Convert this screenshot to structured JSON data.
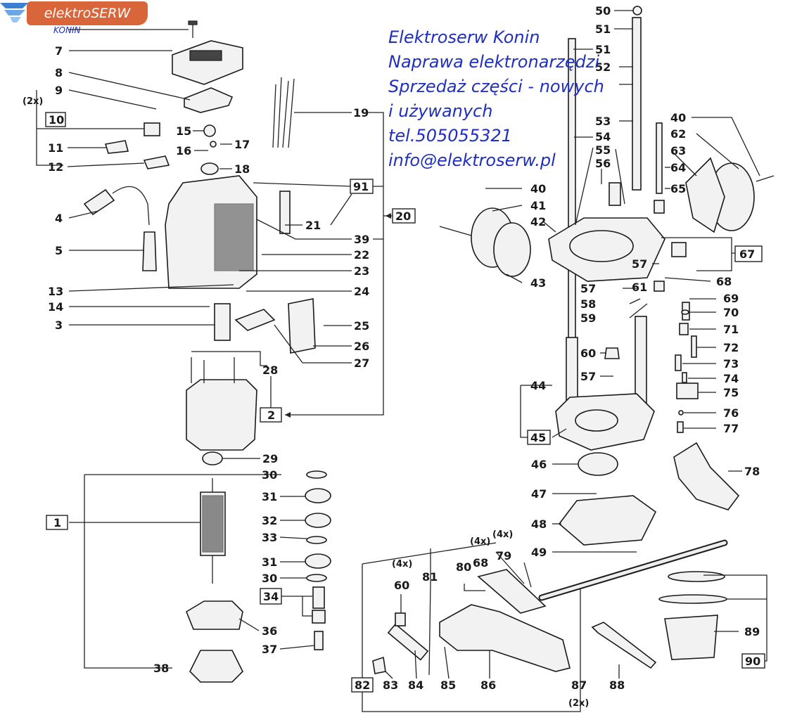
{
  "logo": {
    "brand": "elektroSERW",
    "city": "KONIN"
  },
  "watermark": {
    "lines": [
      "Elektroserw Konin",
      "Naprawa elektronarzędzi",
      "Sprzedaż części - nowych",
      "i używanych",
      "tel.505055321",
      "info@elektroserw.pl"
    ]
  },
  "labels": {
    "n1": "1",
    "n2": "2",
    "n3": "3",
    "n4": "4",
    "n5": "5",
    "n7": "7",
    "n8": "8",
    "n9": "9",
    "n10": "10",
    "n11": "11",
    "n12": "12",
    "n13": "13",
    "n14": "14",
    "n15": "15",
    "n16": "16",
    "n17": "17",
    "n18": "18",
    "n19": "19",
    "n20": "20",
    "n21": "21",
    "n22": "22",
    "n23": "23",
    "n24": "24",
    "n25": "25",
    "n26": "26",
    "n27": "27",
    "n28": "28",
    "n29": "29",
    "n30a": "30",
    "n30b": "30",
    "n31a": "31",
    "n31b": "31",
    "n32": "32",
    "n33": "33",
    "n34": "34",
    "n36": "36",
    "n37": "37",
    "n38": "38",
    "n39": "39",
    "n40a": "40",
    "n40b": "40",
    "n41": "41",
    "n42": "42",
    "n43": "43",
    "n44": "44",
    "n45": "45",
    "n46": "46",
    "n47": "47",
    "n48": "48",
    "n49": "49",
    "n50": "50",
    "n51a": "51",
    "n51b": "51",
    "n52": "52",
    "n53": "53",
    "n54": "54",
    "n55": "55",
    "n56": "56",
    "n57a": "57",
    "n57b": "57",
    "n57c": "57",
    "n58": "58",
    "n59": "59",
    "n60a": "60",
    "n60b": "60",
    "n61": "61",
    "n62": "62",
    "n63": "63",
    "n64": "64",
    "n65": "65",
    "n67": "67",
    "n68a": "68",
    "n68b": "68",
    "n69": "69",
    "n70": "70",
    "n71": "71",
    "n72": "72",
    "n73": "73",
    "n74": "74",
    "n75": "75",
    "n76": "76",
    "n77": "77",
    "n78": "78",
    "n79": "79",
    "n80": "80",
    "n81": "81",
    "n82": "82",
    "n83": "83",
    "n84": "84",
    "n85": "85",
    "n86": "86",
    "n87": "87",
    "n88": "88",
    "n89": "89",
    "n90": "90",
    "n91": "91"
  },
  "multipliers": {
    "m2x_a": "(2x)",
    "m4x_a": "(4x)",
    "m4x_b": "(4x)",
    "m4x_c": "(4x)",
    "m2x_b": "(2x)"
  },
  "colors": {
    "watermark": "#1f2fbf",
    "logo": "#d9653b",
    "line": "#222222"
  }
}
